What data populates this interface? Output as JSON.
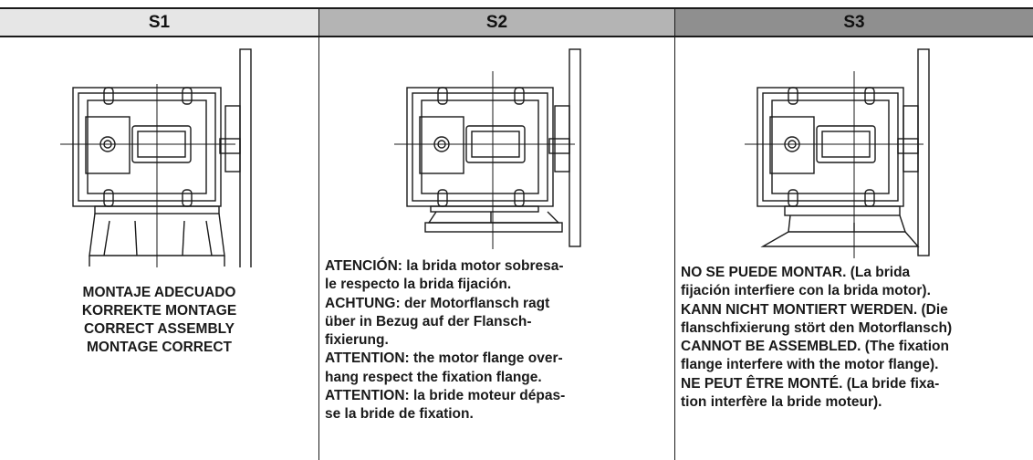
{
  "columns": [
    {
      "header": "S1",
      "caption": [
        "MONTAJE ADECUADO",
        "KORREKTE MONTAGE",
        "CORRECT ASSEMBLY",
        "MONTAGE CORRECT"
      ]
    },
    {
      "header": "S2",
      "caption": [
        "ATENCIÓN: la brida motor sobresa-",
        "le respecto la brida fijación.",
        "ACHTUNG: der Motorflansch ragt",
        "über in Bezug auf der Flansch-",
        "fixierung.",
        "ATTENTION: the motor flange over-",
        "hang respect the fixation flange.",
        "ATTENTION: la bride moteur dépas-",
        "se la bride de fixation."
      ]
    },
    {
      "header": "S3",
      "caption": [
        "NO SE PUEDE MONTAR. (La brida",
        "fijación interfiere con la brida motor).",
        "KANN NICHT MONTIERT WERDEN. (Die",
        "flanschfixierung stört den Motorflansch)",
        "CANNOT BE ASSEMBLED. (The fixation",
        "flange interfere with the motor flange).",
        "NE PEUT ÊTRE MONTÉ. (La bride fixa-",
        "tion interfère la bride moteur)."
      ]
    }
  ],
  "colors": {
    "header_s1": "#e6e6e6",
    "header_s2": "#b4b4b4",
    "header_s3": "#8f8f8f",
    "line": "#1a1a1a"
  }
}
